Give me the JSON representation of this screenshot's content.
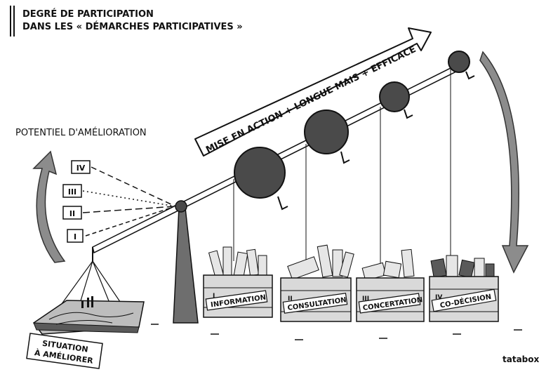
{
  "title": {
    "line1": "DEGRÉ DE PARTICIPATION",
    "line2": "DANS LES « DÉMARCHES PARTICIPATIVES »"
  },
  "arrow_label": "MISE EN ACTION + LONGUE MAIS + EFFICACE",
  "potential_label": "POTENTIEL D'AMÉLIORATION",
  "levels": [
    "IV",
    "III",
    "II",
    "I"
  ],
  "situation_label": {
    "line1": "SITUATION",
    "line2": "À AMÉLIORER"
  },
  "crates": [
    {
      "numeral": "I",
      "label": "INFORMATION"
    },
    {
      "numeral": "II",
      "label": "CONSULTATION"
    },
    {
      "numeral": "III",
      "label": "CONCERTATION"
    },
    {
      "numeral": "IV",
      "label": "CO-DÉCISION"
    }
  ],
  "logo": "tatabox",
  "colors": {
    "ink": "#111111",
    "ball": "#4a4a4a",
    "arrow_fill": "#8c8c8c",
    "pillar": "#6e6e6e",
    "crate": "#d9d9d9"
  }
}
